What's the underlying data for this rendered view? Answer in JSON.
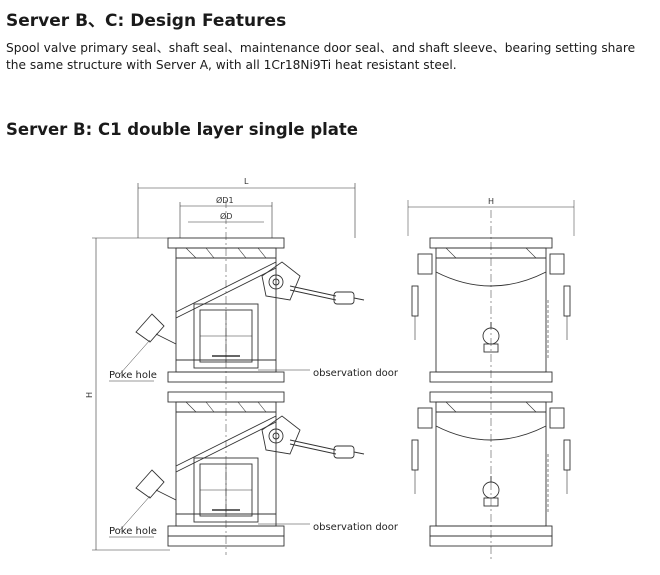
{
  "section_title": "Server B、C: Design Features",
  "description": "Spool valve primary seal、shaft seal、maintenance door seal、and shaft sleeve、bearing setting share the same structure with Server A, with all 1Cr18Ni9Ti heat resistant steel.",
  "subsection_title": "Server B: C1 double layer single plate",
  "drawing": {
    "dim_L": "L",
    "dim_D1": "ØD1",
    "dim_D": "ØD",
    "dim_H_left": "H",
    "dim_H_right": "H",
    "labels": {
      "poke_hole_top": "Poke hole",
      "poke_hole_bottom": "Poke hole",
      "observation_door_top": "observation door",
      "observation_door_bottom": "observation door"
    }
  }
}
